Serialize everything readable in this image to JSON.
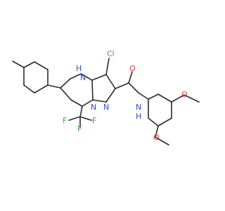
{
  "molecule": {
    "atoms": [
      {
        "id": "cl",
        "symbol": "Cl",
        "color": "#3aa635"
      },
      {
        "id": "nh_ring",
        "symbol": "H",
        "color": "#2f4bd6"
      },
      {
        "id": "n_ring_top",
        "symbol": "N",
        "color": "#2f4bd6"
      },
      {
        "id": "n_bridge_1",
        "symbol": "N",
        "color": "#2f4bd6"
      },
      {
        "id": "n_bridge_2",
        "symbol": "N",
        "color": "#2f4bd6"
      },
      {
        "id": "o_amide",
        "symbol": "O",
        "color": "#e33b2e"
      },
      {
        "id": "n_amide",
        "symbol": "N",
        "color": "#2f4bd6"
      },
      {
        "id": "h_amide",
        "symbol": "H",
        "color": "#2f4bd6"
      },
      {
        "id": "o_methoxy_1",
        "symbol": "O",
        "color": "#e33b2e"
      },
      {
        "id": "o_methoxy_2",
        "symbol": "O",
        "color": "#e33b2e"
      },
      {
        "id": "f_1",
        "symbol": "F",
        "color": "#3aa635"
      },
      {
        "id": "f_2",
        "symbol": "F",
        "color": "#3aa635"
      },
      {
        "id": "f_3",
        "symbol": "F",
        "color": "#3aa635"
      }
    ]
  }
}
